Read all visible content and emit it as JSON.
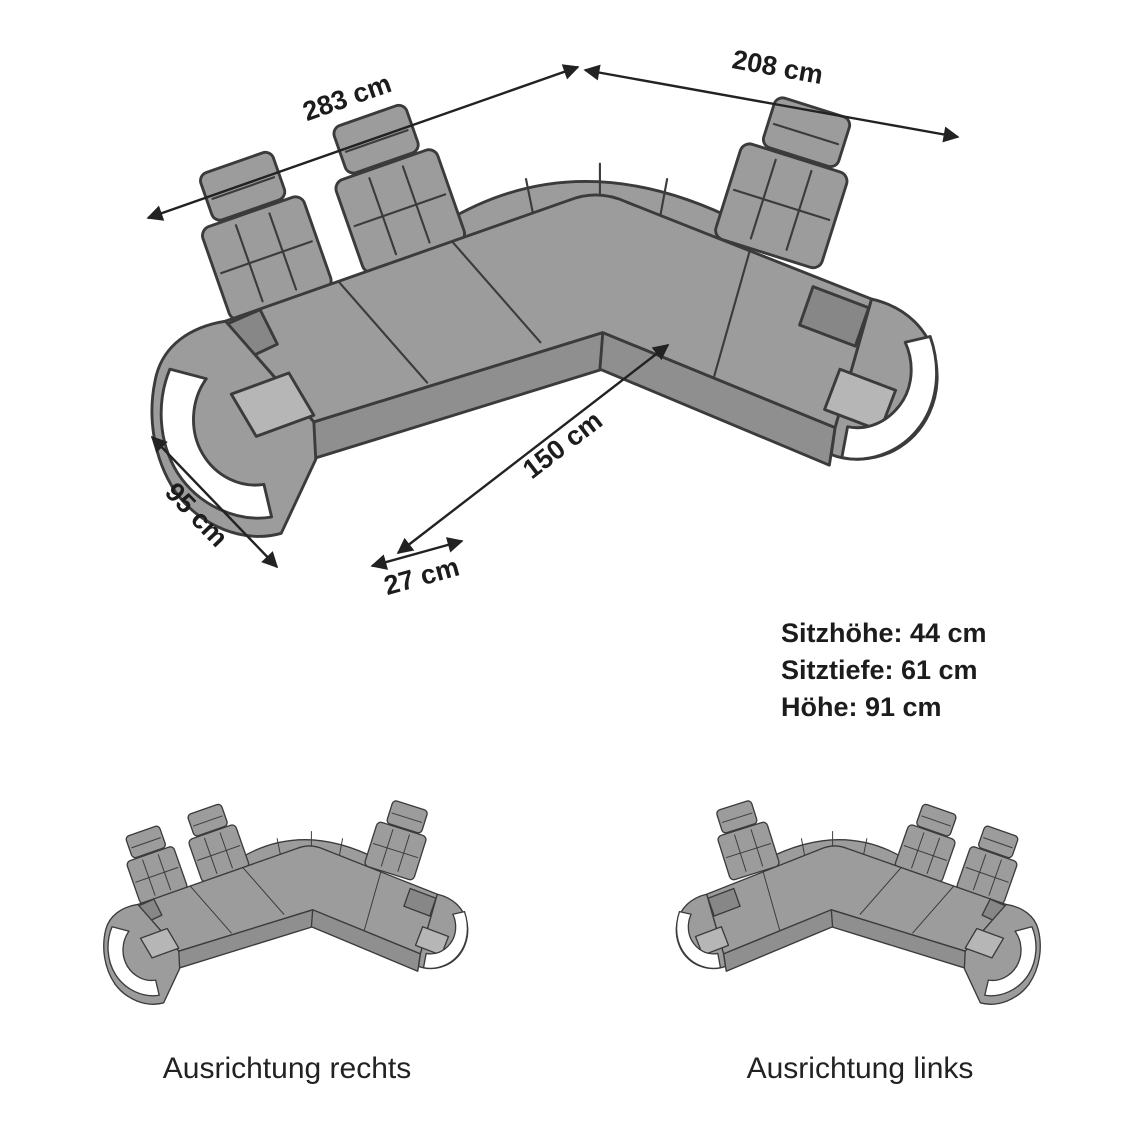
{
  "dimensions": {
    "left_back": "283 cm",
    "right_back": "208 cm",
    "inner_seat": "150 cm",
    "arm_side": "95 cm",
    "arm_front": "27 cm"
  },
  "specs": {
    "seat_height": "Sitzhöhe: 44 cm",
    "seat_depth": "Sitztiefe: 61 cm",
    "height": "Höhe: 91 cm"
  },
  "variants": {
    "right": "Ausrichtung rechts",
    "left": "Ausrichtung links"
  },
  "colors": {
    "background": "#ffffff",
    "sofa_body": "#9c9c9c",
    "sofa_shade": "#8f8f8f",
    "pillow_shade": "#878787",
    "outline": "#3b3b3b",
    "accent_white": "#ffffff",
    "led_panel": "#b6b6b6",
    "arrow": "#222222",
    "text": "#1c1c1c"
  }
}
